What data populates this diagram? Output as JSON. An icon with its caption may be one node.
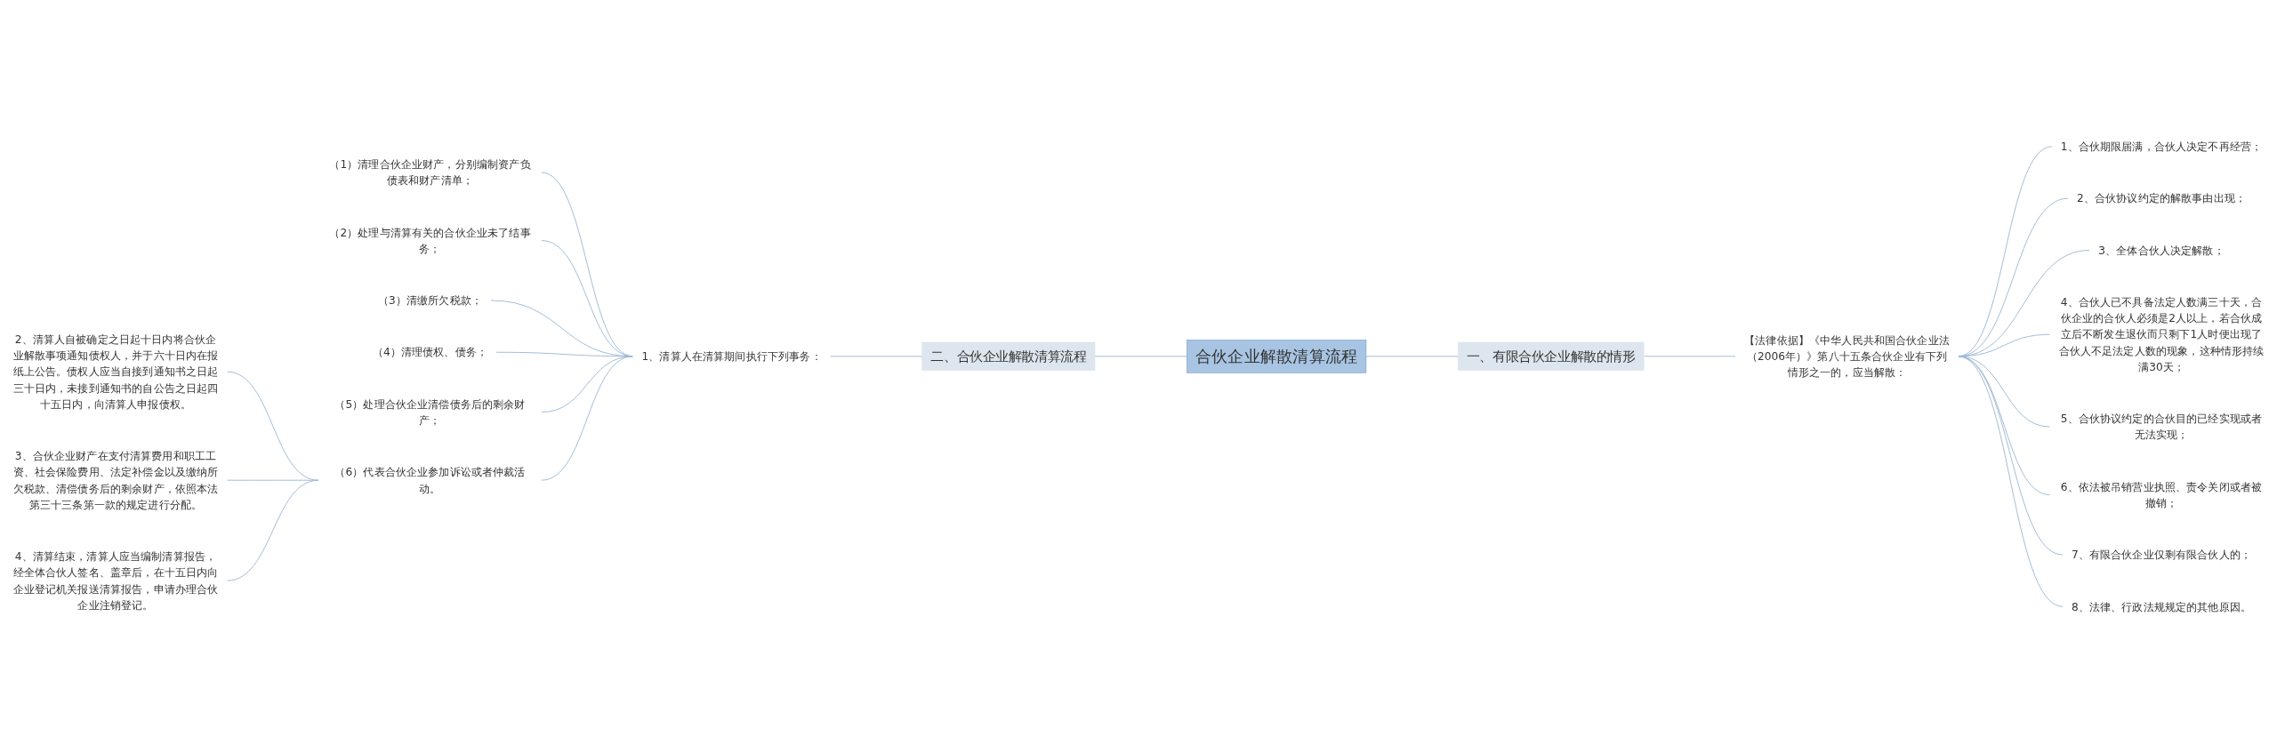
{
  "diagram": {
    "nodes": [
      {
        "text": [
          "合伙企业解散清算流程"
        ]
      },
      {
        "text": [
          "二、合伙企业解散清算流程"
        ]
      },
      {
        "text": [
          "1、清算人在清算期间执行下列事务："
        ]
      },
      {
        "text": [
          "（1）清理合伙企业财产，分别编制资产负债表和财产清单；"
        ]
      },
      {
        "text": [
          "（2）处理与清算有关的合伙企业未了结事务；"
        ]
      },
      {
        "text": [
          "（3）清缴所欠税款；"
        ]
      },
      {
        "text": [
          "（4）清理债权、债务；"
        ]
      },
      {
        "text": [
          "（5）处理合伙企业清偿债务后的剩余财产；"
        ]
      },
      {
        "text": [
          "（6）代表合伙企业参加诉讼或者仲裁活动。"
        ]
      },
      {
        "text": [
          "2、清算人自被确定之日起十日内将合伙企业解散事项通知债权人，并于六十日内在报纸上公告。债权人应当自接到通知书之日起三十日内，未接到通知书的自公告之日起四十五日内，向清算人申报债权。"
        ]
      },
      {
        "text": [
          "3、合伙企业财产在支付清算费用和职工工资、社会保险费用、法定补偿金以及缴纳所欠税款、清偿债务后的剩余财产，依照本法第三十三条第一款的规定进行分配。"
        ]
      },
      {
        "text": [
          "4、清算结束，清算人应当编制清算报告，经全体合伙人签名、盖章后，在十五日内向企业登记机关报送清算报告，申请办理合伙企业注销登记。"
        ]
      },
      {
        "text": [
          "一、有限合伙企业解散的情形"
        ]
      },
      {
        "text": [
          "【法律依据】《中华人民共和国合伙企业法（2006年）》第八十五条合伙企业有下列情形之一的，应当解散："
        ]
      },
      {
        "text": [
          "1、合伙期限届满，合伙人决定不再经营；"
        ]
      },
      {
        "text": [
          "2、合伙协议约定的解散事由出现；"
        ]
      },
      {
        "text": [
          "3、全体合伙人决定解散；"
        ]
      },
      {
        "text": [
          "4、合伙人已不具备法定人数满三十天，合伙企业的合伙人必须是2人以上，若合伙成立后不断发生退伙而只剩下1人时便出现了合伙人不足法定人数的现象，这种情形持续满30天；"
        ]
      },
      {
        "text": [
          "5、合伙协议约定的合伙目的已经实现或者无法实现；"
        ]
      },
      {
        "text": [
          "6、依法被吊销营业执照、责令关闭或者被撤销；"
        ]
      },
      {
        "text": [
          "7、有限合伙企业仅剩有限合伙人的；"
        ]
      },
      {
        "text": [
          "8、法律、行政法规规定的其他原因。"
        ]
      }
    ],
    "edges": [
      {
        "from": 0,
        "to": 1,
        "arrow": "none"
      },
      {
        "from": 1,
        "to": 2,
        "arrow": "none"
      },
      {
        "from": 2,
        "to": 3,
        "arrow": "none"
      },
      {
        "from": 2,
        "to": 4,
        "arrow": "none"
      },
      {
        "from": 2,
        "to": 5,
        "arrow": "none"
      },
      {
        "from": 2,
        "to": 6,
        "arrow": "none"
      },
      {
        "from": 2,
        "to": 7,
        "arrow": "none"
      },
      {
        "from": 2,
        "to": 8,
        "arrow": "none"
      },
      {
        "from": 8,
        "to": 9,
        "arrow": "none"
      },
      {
        "from": 8,
        "to": 10,
        "arrow": "none"
      },
      {
        "from": 8,
        "to": 11,
        "arrow": "none"
      },
      {
        "from": 0,
        "to": 12,
        "arrow": "none"
      },
      {
        "from": 12,
        "to": 13,
        "arrow": "none"
      },
      {
        "from": 13,
        "to": 14,
        "arrow": "none"
      },
      {
        "from": 13,
        "to": 15,
        "arrow": "none"
      },
      {
        "from": 13,
        "to": 16,
        "arrow": "none"
      },
      {
        "from": 13,
        "to": 17,
        "arrow": "none"
      },
      {
        "from": 13,
        "to": 18,
        "arrow": "none"
      },
      {
        "from": 13,
        "to": 19,
        "arrow": "none"
      },
      {
        "from": 13,
        "to": 20,
        "arrow": "none"
      },
      {
        "from": 13,
        "to": 21,
        "arrow": "none"
      }
    ]
  }
}
